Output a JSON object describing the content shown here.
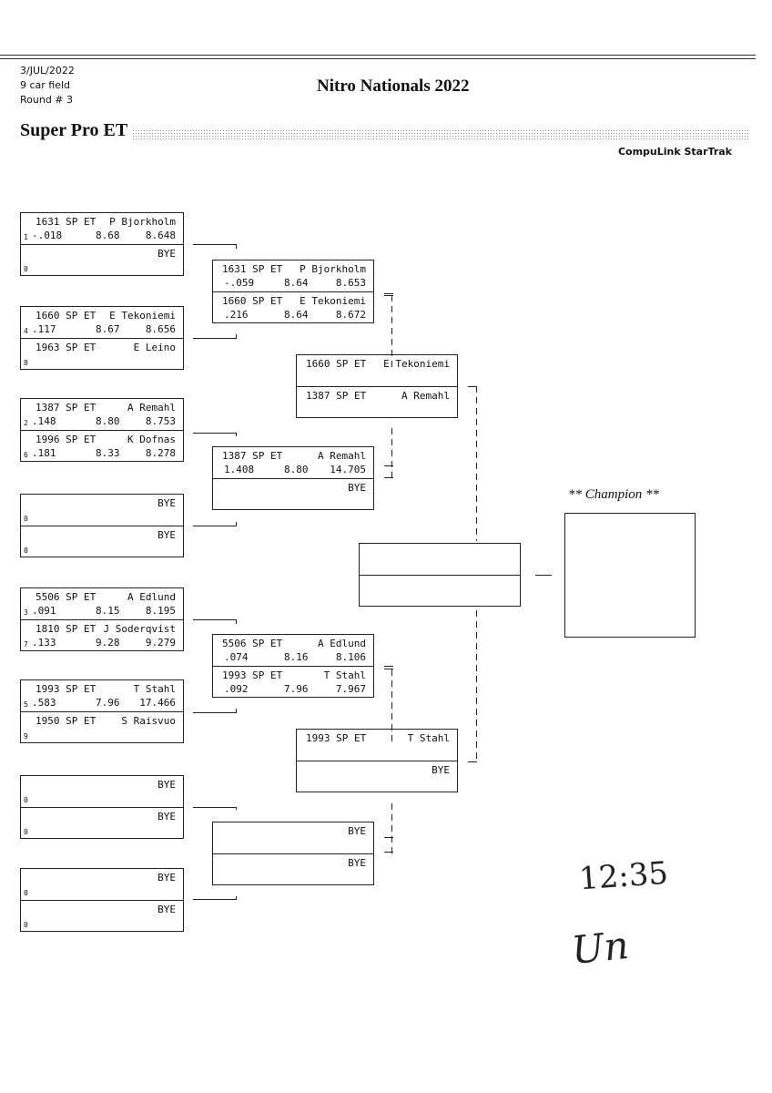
{
  "header": {
    "date": "3/JUL/2022",
    "field": "9 car field",
    "round": "Round # 3",
    "title": "Nitro Nationals 2022",
    "class_name": "Super Pro ET",
    "vendor": "CompuLink StarTrak"
  },
  "round1": [
    {
      "a": {
        "car": "1631 SP ET",
        "driver": "P Bjorkholm",
        "seed": "1",
        "rt": "-.018",
        "dial": "8.68",
        "et": "8.648"
      },
      "b": {
        "car": "",
        "driver": "BYE",
        "seed": "0",
        "rt": "",
        "dial": "",
        "et": ""
      }
    },
    {
      "a": {
        "car": "1660 SP ET",
        "driver": "E Tekoniemi",
        "seed": "4",
        "rt": ".117",
        "dial": "8.67",
        "et": "8.656"
      },
      "b": {
        "car": "1963 SP ET",
        "driver": "E Leino",
        "seed": "8",
        "rt": "",
        "dial": "",
        "et": ""
      }
    },
    {
      "a": {
        "car": "1387 SP ET",
        "driver": "A Remahl",
        "seed": "2",
        "rt": ".148",
        "dial": "8.80",
        "et": "8.753"
      },
      "b": {
        "car": "1996 SP ET",
        "driver": "K Dofnas",
        "seed": "6",
        "rt": ".181",
        "dial": "8.33",
        "et": "8.278"
      }
    },
    {
      "a": {
        "car": "",
        "driver": "BYE",
        "seed": "0",
        "rt": "",
        "dial": "",
        "et": ""
      },
      "b": {
        "car": "",
        "driver": "BYE",
        "seed": "0",
        "rt": "",
        "dial": "",
        "et": ""
      }
    },
    {
      "a": {
        "car": "5506 SP ET",
        "driver": "A Edlund",
        "seed": "3",
        "rt": ".091",
        "dial": "8.15",
        "et": "8.195"
      },
      "b": {
        "car": "1810 SP ET",
        "driver": "J Soderqvist",
        "seed": "7",
        "rt": ".133",
        "dial": "9.28",
        "et": "9.279"
      }
    },
    {
      "a": {
        "car": "1993 SP ET",
        "driver": "T Stahl",
        "seed": "5",
        "rt": ".583",
        "dial": "7.96",
        "et": "17.466"
      },
      "b": {
        "car": "1950 SP ET",
        "driver": "S Raisvuo",
        "seed": "9",
        "rt": "",
        "dial": "",
        "et": ""
      }
    },
    {
      "a": {
        "car": "",
        "driver": "BYE",
        "seed": "0",
        "rt": "",
        "dial": "",
        "et": ""
      },
      "b": {
        "car": "",
        "driver": "BYE",
        "seed": "0",
        "rt": "",
        "dial": "",
        "et": ""
      }
    },
    {
      "a": {
        "car": "",
        "driver": "BYE",
        "seed": "0",
        "rt": "",
        "dial": "",
        "et": ""
      },
      "b": {
        "car": "",
        "driver": "BYE",
        "seed": "0",
        "rt": "",
        "dial": "",
        "et": ""
      }
    }
  ],
  "round2": [
    {
      "a": {
        "car": "1631 SP ET",
        "driver": "P Bjorkholm",
        "rt": "-.059",
        "dial": "8.64",
        "et": "8.653"
      },
      "b": {
        "car": "1660 SP ET",
        "driver": "E Tekoniemi",
        "rt": ".216",
        "dial": "8.64",
        "et": "8.672"
      }
    },
    {
      "a": {
        "car": "1387 SP ET",
        "driver": "A Remahl",
        "rt": "1.408",
        "dial": "8.80",
        "et": "14.705"
      },
      "b": {
        "car": "",
        "driver": "BYE",
        "rt": "",
        "dial": "",
        "et": ""
      }
    },
    {
      "a": {
        "car": "5506 SP ET",
        "driver": "A Edlund",
        "rt": ".074",
        "dial": "8.16",
        "et": "8.106"
      },
      "b": {
        "car": "1993 SP ET",
        "driver": "T Stahl",
        "rt": ".092",
        "dial": "7.96",
        "et": "7.967"
      }
    },
    {
      "a": {
        "car": "",
        "driver": "BYE",
        "rt": "",
        "dial": "",
        "et": ""
      },
      "b": {
        "car": "",
        "driver": "BYE",
        "rt": "",
        "dial": "",
        "et": ""
      }
    }
  ],
  "round3": [
    {
      "a": {
        "car": "1660 SP ET",
        "driver": "E Tekoniemi"
      },
      "b": {
        "car": "1387 SP ET",
        "driver": "A Remahl"
      }
    },
    {
      "a": {
        "car": "1993 SP ET",
        "driver": "T Stahl"
      },
      "b": {
        "car": "",
        "driver": "BYE"
      }
    }
  ],
  "final": {
    "a": {
      "car": "",
      "driver": ""
    },
    "b": {
      "car": "",
      "driver": ""
    }
  },
  "champion": {
    "label": "** Champion **",
    "name": ""
  },
  "handwriting": {
    "time": "12:35",
    "initials": "Un"
  }
}
